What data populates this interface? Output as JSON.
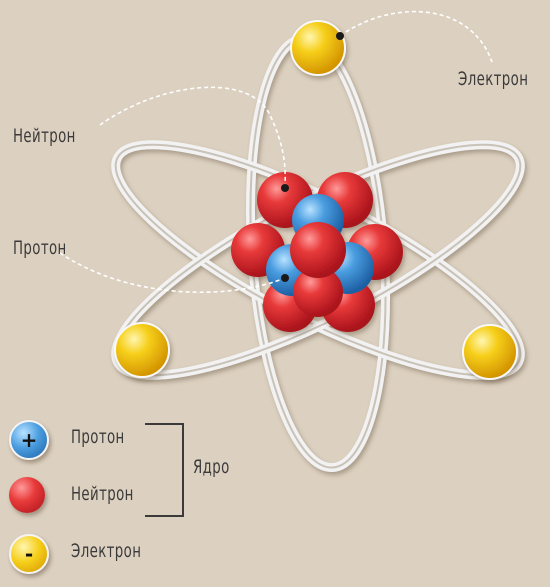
{
  "labels": {
    "electron": "Электрон",
    "neutron": "Нейтрон",
    "proton": "Протон"
  },
  "legend": {
    "items": [
      {
        "symbol": "+",
        "label": "Протон",
        "color": "#3c8fd6"
      },
      {
        "symbol": "",
        "label": "Нейтрон",
        "color": "#d8202b"
      },
      {
        "symbol": "-",
        "label": "Электрон",
        "color": "#f3c500"
      }
    ],
    "group_label": "Ядро"
  },
  "colors": {
    "background": "#dcd0c0",
    "proton": "#3c8fd6",
    "neutron": "#d8202b",
    "electron": "#f3c500",
    "orbit": "#eeeeee"
  }
}
